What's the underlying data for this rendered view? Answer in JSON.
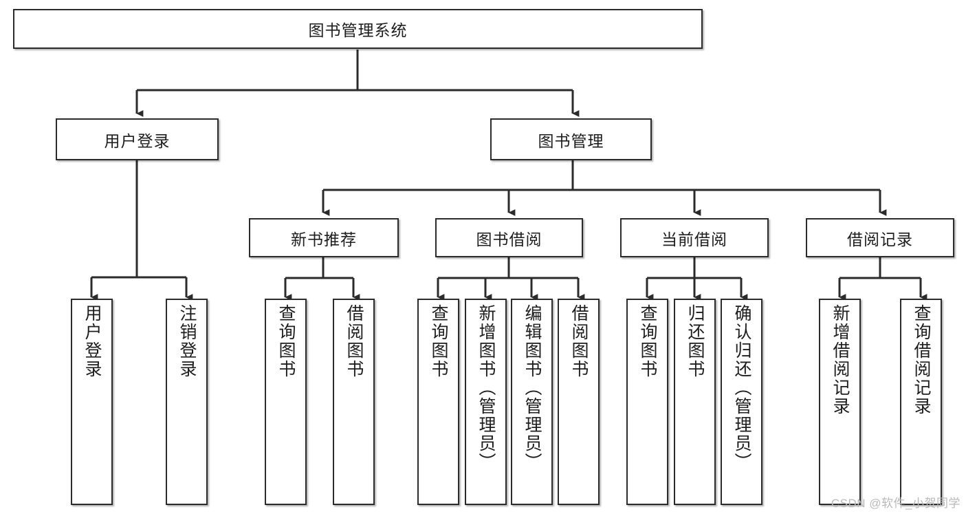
{
  "diagram": {
    "type": "tree",
    "title": "图书管理系统",
    "watermark": "CSDN @软件_小贺同学",
    "colors": {
      "box_border": "#2b2b2b",
      "box_fill": "#ffffff",
      "connector": "#2b2b2b",
      "text": "#1d1d1d",
      "watermark": "#b9b9b9"
    },
    "root": {
      "label": "图书管理系统"
    },
    "level2": [
      {
        "label": "用户登录"
      },
      {
        "label": "图书管理"
      }
    ],
    "level3": [
      {
        "label": "新书推荐"
      },
      {
        "label": "图书借阅"
      },
      {
        "label": "当前借阅"
      },
      {
        "label": "借阅记录"
      }
    ],
    "leaves": {
      "user_login": [
        {
          "label": "用户登录"
        },
        {
          "label": "注销登录"
        }
      ],
      "new_book_recommend": [
        {
          "label": "查询图书"
        },
        {
          "label": "借阅图书"
        }
      ],
      "book_borrow": [
        {
          "label": "查询图书"
        },
        {
          "label": "新增图书（管理员）"
        },
        {
          "label": "编辑图书（管理员）"
        },
        {
          "label": "借阅图书"
        }
      ],
      "current_borrow": [
        {
          "label": "查询图书"
        },
        {
          "label": "归还图书"
        },
        {
          "label": "确认归还（管理员）"
        }
      ],
      "borrow_records": [
        {
          "label": "新增借阅记录"
        },
        {
          "label": "查询借阅记录"
        }
      ]
    }
  }
}
